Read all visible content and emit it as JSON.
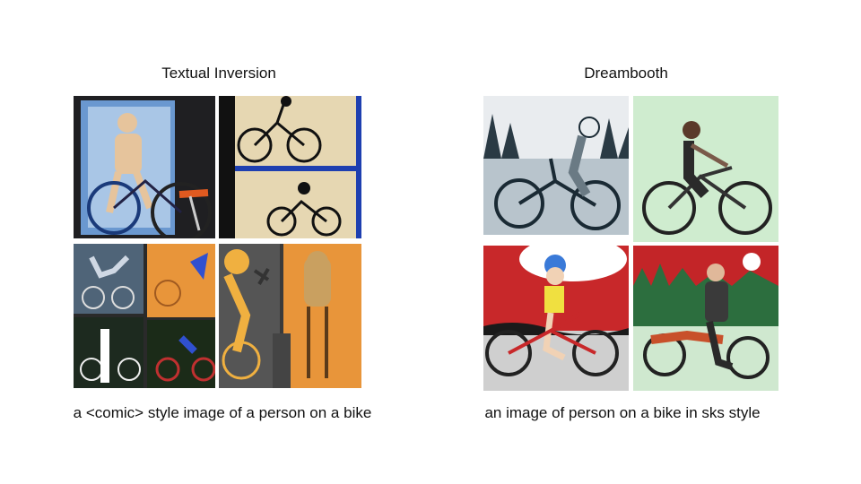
{
  "slide": {
    "left_panel": {
      "title": "Textual Inversion",
      "caption": "a <comic> style image of a person on a bike"
    },
    "right_panel": {
      "title": "Dreambooth",
      "caption": "an image of person on a bike in sks style"
    }
  },
  "colors": {
    "background": "#ffffff",
    "text": "#111111",
    "accent_blue": "#2850c8",
    "accent_orange": "#e8953a",
    "accent_green": "#cfeccf",
    "accent_red": "#c8282a"
  }
}
